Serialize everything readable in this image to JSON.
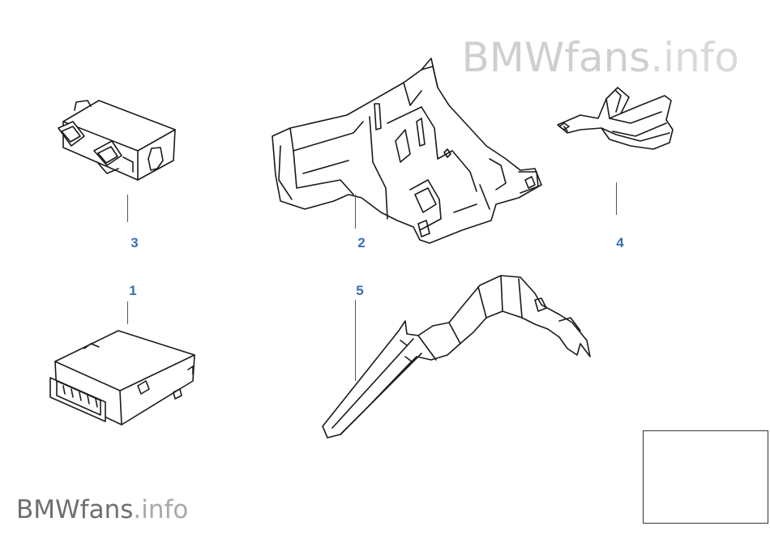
{
  "watermark_top": {
    "brand": "BMWfans",
    "suffix": ".info"
  },
  "watermark_bottom": {
    "brand": "BMWfans",
    "suffix": ".info"
  },
  "callouts": {
    "c1": "1",
    "c2": "2",
    "c3": "3",
    "c4": "4",
    "c5": "5"
  },
  "colors": {
    "callout": "#3a70b5",
    "line": "#1a1a1a"
  }
}
